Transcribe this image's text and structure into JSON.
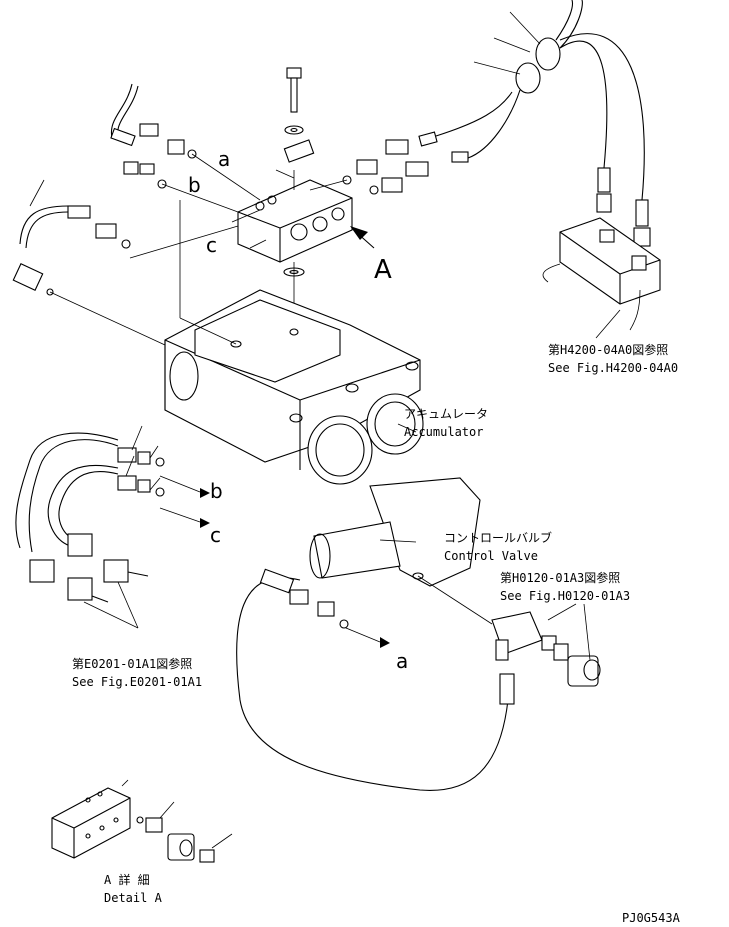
{
  "labels": {
    "a_top": "a",
    "b_top": "b",
    "c_top": "c",
    "view_a": "A",
    "b_detail": "b",
    "c_detail": "c",
    "a_control": "a"
  },
  "refs": {
    "h4200_jp": "第H4200-04A0図参照",
    "h4200_en": "See Fig.H4200-04A0",
    "h0120_jp": "第H0120-01A3図参照",
    "h0120_en": "See Fig.H0120-01A3",
    "e0201_jp": "第E0201-01A1図参照",
    "e0201_en": "See Fig.E0201-01A1"
  },
  "parts": {
    "accumulator_jp": "アキュムレータ",
    "accumulator_en": "Accumulator",
    "control_valve_jp": "コントロールバルブ",
    "control_valve_en": "Control Valve"
  },
  "detail": {
    "title_jp": "A 詳 細",
    "title_en": "Detail A"
  },
  "drawing": {
    "code": "PJ0G543A"
  }
}
